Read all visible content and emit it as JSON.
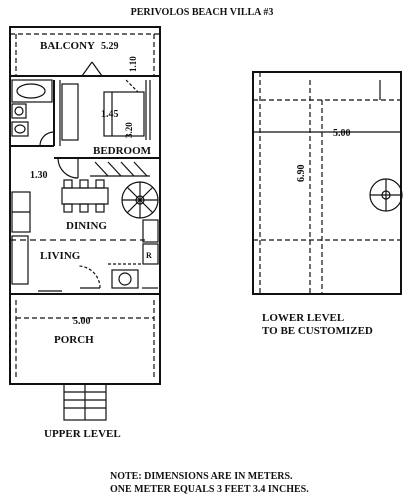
{
  "title": "PERIVOLOS BEACH VILLA #3",
  "upper": {
    "caption": "UPPER LEVEL",
    "rooms": {
      "balcony": "BALCONY",
      "bedroom": "BEDROOM",
      "dining": "DINING",
      "living": "LIVING",
      "porch": "PORCH",
      "r_mark": "R"
    },
    "dimensions": {
      "balcony_width": "5.29",
      "balcony_depth": "1.10",
      "bath_width": "1.45",
      "bedroom_depth": "3.20",
      "entry_width": "1.30",
      "porch_width": "5.00"
    }
  },
  "lower": {
    "note_line1": "LOWER LEVEL",
    "note_line2": "TO BE CUSTOMIZED",
    "width": "5.00",
    "depth": "6.90"
  },
  "footnote": {
    "line1": "NOTE: DIMENSIONS ARE IN METERS.",
    "line2": "ONE METER EQUALS 3 FEET 3.4 INCHES."
  }
}
